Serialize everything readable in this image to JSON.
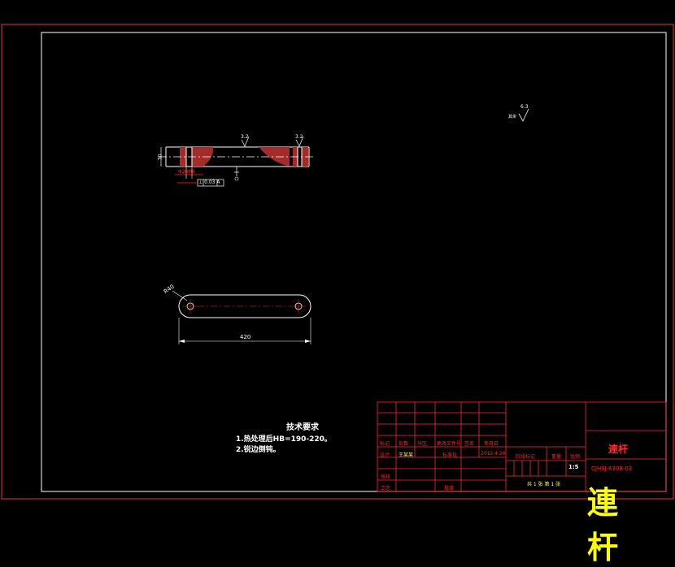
{
  "drawing": {
    "part_name": "連杆",
    "drawing_number": "CJHSJ-6308-03",
    "scale": "1:5",
    "watermark": "連 杆",
    "sheet_info": "共 1 张  第 1 张"
  },
  "technical_requirements": {
    "title": "技术要求",
    "items": [
      "1.热处理后HB=190-220。",
      "2.锐边倒钝。"
    ]
  },
  "dimensions": {
    "length": "420",
    "radius": "R40",
    "width": "30",
    "bore": "Φ20H6",
    "roughness_left": "3.2",
    "roughness_right": "3.2",
    "roughness_general": "6.3",
    "roughness_general_label": "其余",
    "tolerance_frame": "⊥ 0.03 A",
    "datum": "A"
  },
  "title_block": {
    "row_labels": [
      "标记",
      "处数",
      "分区",
      "更改文件号",
      "签名",
      "年月日"
    ],
    "design_row": [
      "设计",
      "王某某",
      "标准化",
      "",
      "",
      "2012.4.20"
    ],
    "approve_rows": [
      "审核",
      "工艺"
    ],
    "approve_label": "批准",
    "stage_headers": [
      "阶段标记",
      "重量",
      "比例"
    ],
    "colors": {
      "line": "#ff2a2a",
      "text": "#ff2a2a"
    }
  }
}
